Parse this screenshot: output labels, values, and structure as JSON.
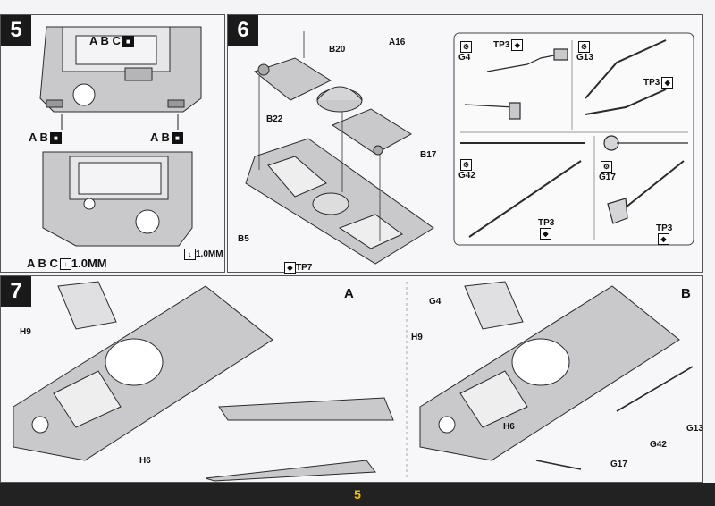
{
  "steps": {
    "s5": "5",
    "s6": "6",
    "s7": "7"
  },
  "step5": {
    "abc_top": "A B C",
    "ab_left": "A B",
    "ab_right": "A B",
    "abc_bottom": "A B C",
    "mm_bottom": "1.0MM",
    "mm_right": "1.0MM"
  },
  "step6": {
    "b20": "B20",
    "a16": "A16",
    "b22": "B22",
    "b17": "B17",
    "b5": "B5",
    "tp7": "TP7",
    "g4": "G4",
    "tp3a": "TP3",
    "g13": "G13",
    "tp3b": "TP3",
    "g42": "G42",
    "g17": "G17",
    "tp3c": "TP3",
    "tp3d": "TP3"
  },
  "step7": {
    "a": "A",
    "b": "B",
    "h9a": "H9",
    "h6a": "H6",
    "g4": "G4",
    "h9b": "H9",
    "h6b": "H6",
    "g42": "G42",
    "g13": "G13",
    "g17": "G17"
  },
  "page_number": "5",
  "colors": {
    "part": "#c9c9cc",
    "outline": "#2a2a2a",
    "panel": "#f7f7f9",
    "footer": "#222222",
    "pagenum": "#f2c200"
  }
}
